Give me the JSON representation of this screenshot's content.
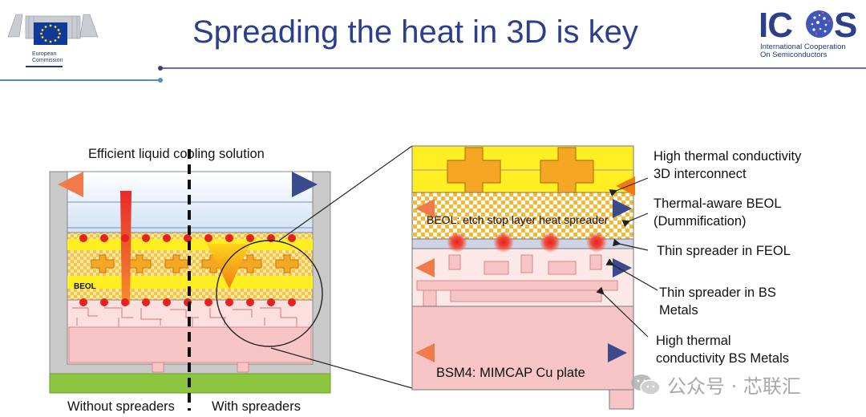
{
  "header": {
    "title": "Spreading the heat in 3D is key",
    "eu_logo_text": [
      "European",
      "Commission"
    ],
    "icos_logo": "ICOS",
    "icos_subtitle": [
      "International Cooperation",
      "On Semiconductors"
    ]
  },
  "left_diagram": {
    "title": "Efficient liquid cooling solution",
    "beol_tag": "BEOL",
    "left_caption": "Without spreaders",
    "right_caption": "With spreaders"
  },
  "right_diagram": {
    "beol_label": "BEOL: etch stop layer heat spreader",
    "bsm4_label": "BSM4:  MIMCAP Cu plate",
    "callouts": [
      [
        "High thermal conductivity",
        "3D interconnect"
      ],
      [
        "Thermal-aware BEOL",
        "(Dummification)"
      ],
      [
        "Thin spreader in FEOL"
      ],
      [
        "Thin spreader in BS",
        "Metals"
      ],
      [
        "High thermal",
        "conductivity BS Metals"
      ]
    ]
  },
  "watermark": "公众号 · 芯联汇",
  "colors": {
    "title_blue": "#2b3f8c",
    "hot_red": "#e8201f",
    "yellow": "#ffee22",
    "pink": "#f7c5c5",
    "green": "#8cc63f"
  }
}
